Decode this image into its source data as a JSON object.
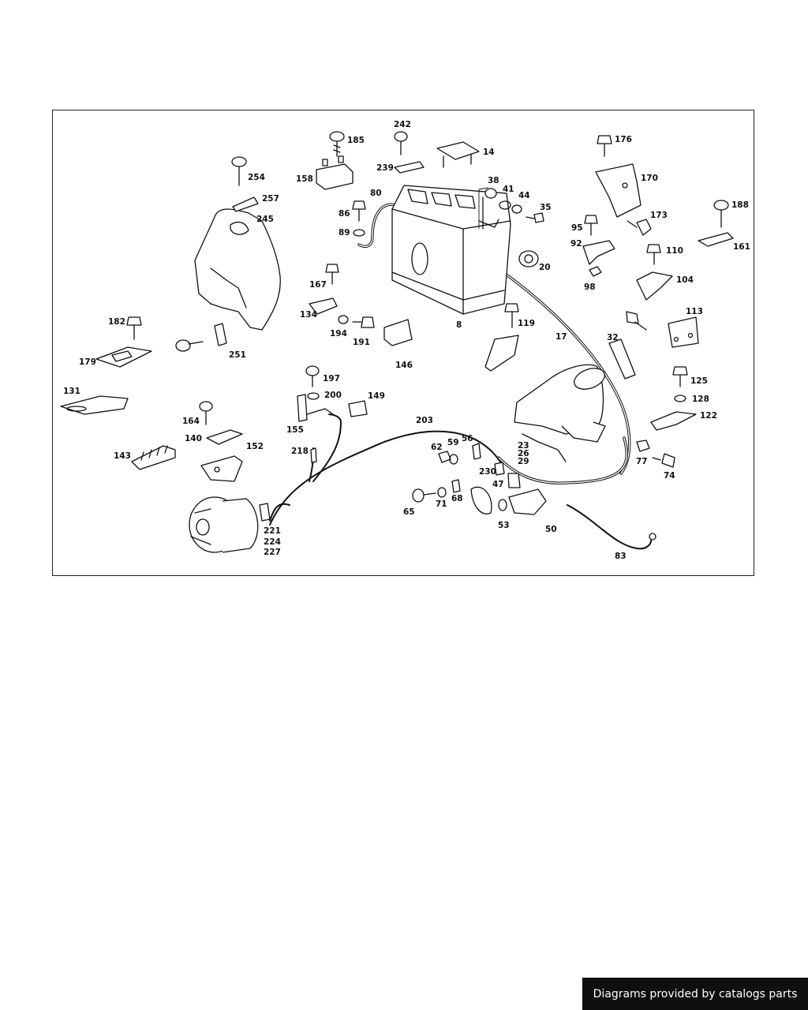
{
  "attribution": "Diagrams provided by catalogs parts",
  "labels": [
    "14",
    "185",
    "242",
    "239",
    "158",
    "176",
    "170",
    "173",
    "188",
    "161",
    "254",
    "257",
    "245",
    "80",
    "86",
    "89",
    "38",
    "41",
    "44",
    "35",
    "20",
    "95",
    "92",
    "98",
    "110",
    "104",
    "167",
    "134",
    "194",
    "191",
    "146",
    "8",
    "119",
    "17",
    "32",
    "113",
    "125",
    "128",
    "122",
    "182",
    "179",
    "251",
    "131",
    "197",
    "200",
    "149",
    "155",
    "164",
    "140",
    "143",
    "152",
    "218",
    "203",
    "62",
    "59",
    "56",
    "23",
    "26",
    "29",
    "230",
    "47",
    "65",
    "71",
    "68",
    "53",
    "50",
    "83",
    "77",
    "74",
    "221",
    "224",
    "227"
  ],
  "palette": {
    "ink": "#111111",
    "paper": "#ffffff",
    "badge": "#0f0f0f"
  }
}
